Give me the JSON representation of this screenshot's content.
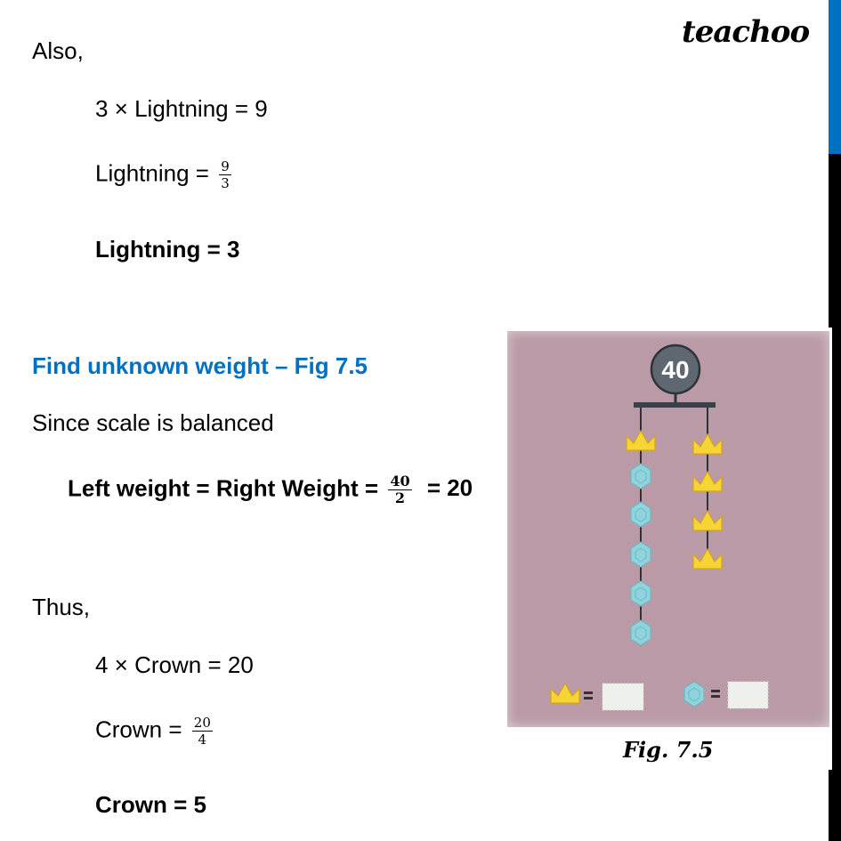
{
  "brand": {
    "logo": "teachoo",
    "accent_color": "#0070c0"
  },
  "section1": {
    "intro": "Also,",
    "eq1": "3 × Lightning = 9",
    "eq2_lhs": "Lightning =",
    "eq2_num": "9",
    "eq2_den": "3",
    "result": "Lightning = 3"
  },
  "section2": {
    "heading": "Find unknown weight – Fig 7.5",
    "statement": "Since scale is balanced",
    "balance_lhs": "Left weight = Right Weight =",
    "balance_num": "40",
    "balance_den": "2",
    "balance_rhs": "= 20",
    "thus": "Thus,",
    "eq1": "4 × Crown = 20",
    "eq2_lhs": "Crown =",
    "eq2_num": "20",
    "eq2_den": "4",
    "result": "Crown = 5"
  },
  "figure": {
    "caption": "Fig. 7.5",
    "total_weight": "40",
    "left_arm": [
      "crown",
      "gem",
      "gem",
      "gem",
      "gem",
      "gem"
    ],
    "right_arm": [
      "crown",
      "crown",
      "crown",
      "crown"
    ],
    "legend": [
      {
        "icon": "crown-icon",
        "equals": "=",
        "value": ""
      },
      {
        "icon": "gem-icon",
        "equals": "=",
        "value": ""
      }
    ],
    "colors": {
      "background": "#b99aa6",
      "crown": "#f5d533",
      "gem": "#8fd3dc",
      "weight": "#5f6771"
    }
  }
}
